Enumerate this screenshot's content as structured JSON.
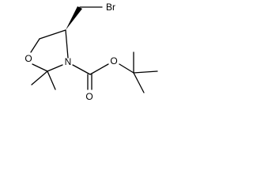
{
  "molecule": {
    "atoms": {
      "bromine": "Br",
      "ring_oxygen": "O",
      "ring_nitrogen": "N",
      "carbonyl_oxygen": "O",
      "ester_oxygen": "O"
    }
  },
  "colors": {
    "bond": "#000000",
    "background": "#ffffff"
  }
}
